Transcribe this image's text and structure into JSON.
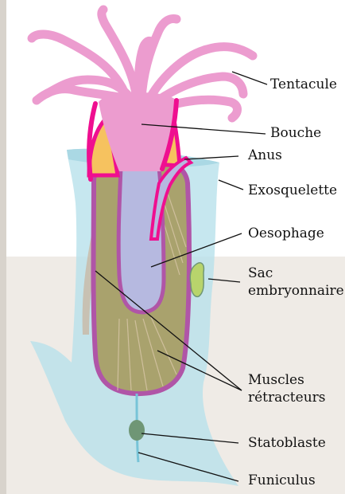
{
  "colors": {
    "background_top": "#ffffff",
    "background_bottom": "#efebe6",
    "left_border": "#d8d3cc",
    "exoskeleton": "#b6e0ea",
    "tentacle": "#ec9ccf",
    "body_outline": "#ef0f90",
    "gut_wall": "#b055a7",
    "oesophagus": "#b6b9e0",
    "muscle_tissue": "#a9a26d",
    "yellow_tissue": "#f6c25f",
    "statoblast": "#6f9675",
    "embryo_sac": "#b8d46c"
  },
  "labels": {
    "tentacule": "Tentacule",
    "bouche": "Bouche",
    "anus": "Anus",
    "exosquelette": "Exosquelette",
    "oesophage": "Oesophage",
    "sac_line1": "Sac",
    "sac_line2": "embryonnaire",
    "muscles_line1": "Muscles",
    "muscles_line2": "rétracteurs",
    "statoblaste": "Statoblaste",
    "funiculus": "Funiculus"
  }
}
